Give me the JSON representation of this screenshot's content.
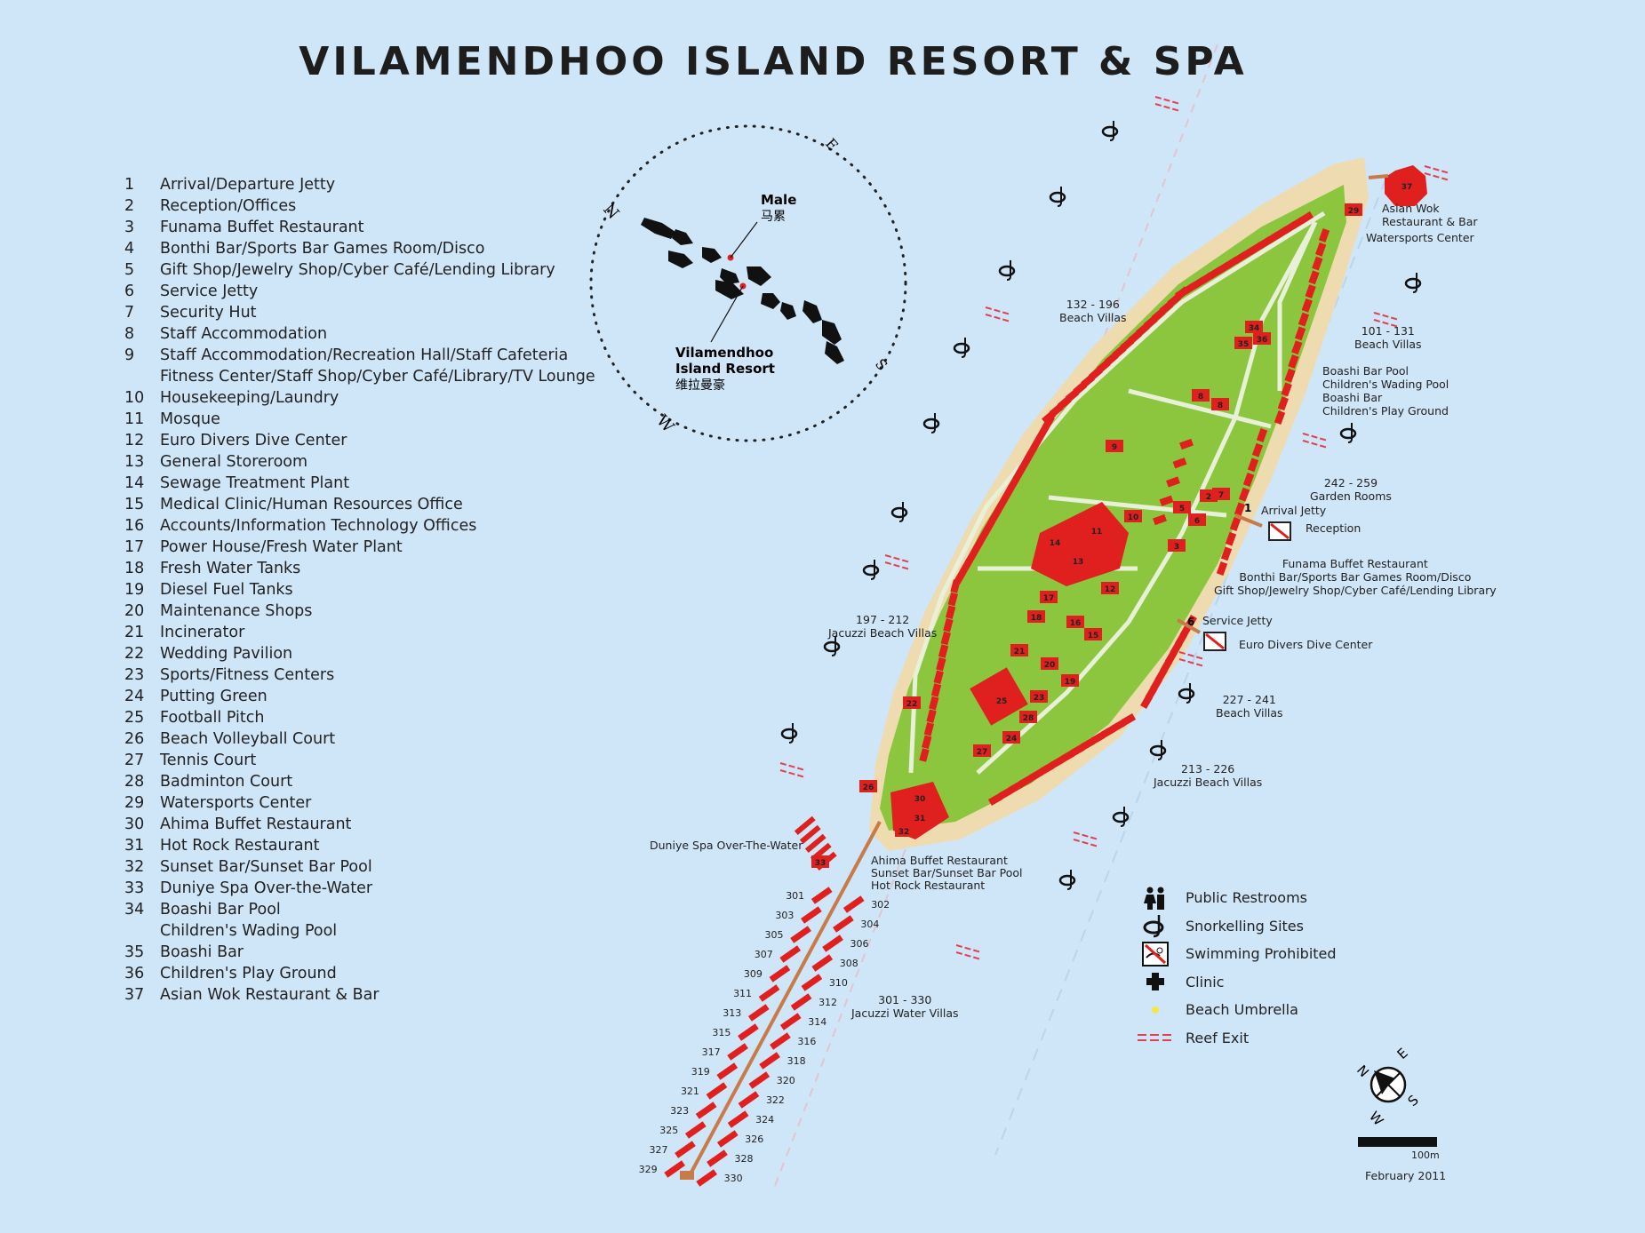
{
  "title": "VILAMENDHOO ISLAND RESORT & SPA",
  "key": [
    {
      "n": "1",
      "label": "Arrival/Departure Jetty"
    },
    {
      "n": "2",
      "label": "Reception/Offices"
    },
    {
      "n": "3",
      "label": "Funama Buffet Restaurant"
    },
    {
      "n": "4",
      "label": "Bonthi Bar/Sports Bar Games Room/Disco"
    },
    {
      "n": "5",
      "label": "Gift Shop/Jewelry Shop/Cyber Café/Lending Library"
    },
    {
      "n": "6",
      "label": "Service Jetty"
    },
    {
      "n": "7",
      "label": "Security Hut"
    },
    {
      "n": "8",
      "label": "Staff Accommodation"
    },
    {
      "n": "9",
      "label": "Staff Accommodation/Recreation Hall/Staff Cafeteria",
      "cont": "Fitness Center/Staff Shop/Cyber Café/Library/TV Lounge"
    },
    {
      "n": "10",
      "label": "Housekeeping/Laundry"
    },
    {
      "n": "11",
      "label": "Mosque"
    },
    {
      "n": "12",
      "label": "Euro Divers Dive Center"
    },
    {
      "n": "13",
      "label": "General Storeroom"
    },
    {
      "n": "14",
      "label": "Sewage Treatment Plant"
    },
    {
      "n": "15",
      "label": "Medical Clinic/Human Resources Office"
    },
    {
      "n": "16",
      "label": "Accounts/Information Technology Offices"
    },
    {
      "n": "17",
      "label": "Power House/Fresh Water Plant"
    },
    {
      "n": "18",
      "label": "Fresh Water Tanks"
    },
    {
      "n": "19",
      "label": "Diesel Fuel Tanks"
    },
    {
      "n": "20",
      "label": "Maintenance Shops"
    },
    {
      "n": "21",
      "label": "Incinerator"
    },
    {
      "n": "22",
      "label": "Wedding Pavilion"
    },
    {
      "n": "23",
      "label": "Sports/Fitness Centers"
    },
    {
      "n": "24",
      "label": "Putting Green"
    },
    {
      "n": "25",
      "label": "Football Pitch"
    },
    {
      "n": "26",
      "label": "Beach Volleyball Court"
    },
    {
      "n": "27",
      "label": "Tennis Court"
    },
    {
      "n": "28",
      "label": "Badminton Court"
    },
    {
      "n": "29",
      "label": "Watersports Center"
    },
    {
      "n": "30",
      "label": "Ahima Buffet Restaurant"
    },
    {
      "n": "31",
      "label": "Hot Rock Restaurant"
    },
    {
      "n": "32",
      "label": "Sunset Bar/Sunset Bar Pool"
    },
    {
      "n": "33",
      "label": "Duniye Spa Over-the-Water"
    },
    {
      "n": "34",
      "label": "Boashi Bar Pool",
      "cont": "Children's Wading Pool"
    },
    {
      "n": "35",
      "label": "Boashi Bar"
    },
    {
      "n": "36",
      "label": "Children's Play Ground"
    },
    {
      "n": "37",
      "label": "Asian Wok Restaurant & Bar"
    }
  ],
  "inset": {
    "male": "Male",
    "male_cn": "马累",
    "resort": "Vilamendhoo",
    "resort2": "Island Resort",
    "resort_cn": "维拉曼豪",
    "n": "N",
    "e": "E",
    "s": "S",
    "w": "W"
  },
  "map_labels": {
    "asian_wok": "Asian Wok",
    "asian_wok2": "Restaurant & Bar",
    "watersports": "Watersports Center",
    "beach_132": "132 - 196",
    "beach_132b": "Beach Villas",
    "beach_101": "101 - 131",
    "beach_101b": "Beach Villas",
    "boashi": [
      "Boashi Bar Pool",
      "Children's Wading Pool",
      "Boashi Bar",
      "Children's Play Ground"
    ],
    "garden": "242 - 259",
    "garden_b": "Garden Rooms",
    "arrival": "Arrival Jetty",
    "reception": "Reception",
    "funama": [
      "Funama Buffet Restaurant",
      "Bonthi Bar/Sports Bar Games Room/Disco",
      "Gift Shop/Jewelry Shop/Cyber Café/Lending Library"
    ],
    "service_jetty": "Service Jetty",
    "euro_divers": "Euro Divers Dive Center",
    "jacuzzi_197": "197 - 212",
    "jacuzzi_197b": "Jacuzzi Beach Villas",
    "beach_227": "227 - 241",
    "beach_227b": "Beach Villas",
    "jacuzzi_213": "213 - 226",
    "jacuzzi_213b": "Jacuzzi Beach Villas",
    "duniye": "Duniye Spa Over-The-Water",
    "ahima": [
      "Ahima Buffet Restaurant",
      "Sunset Bar/Sunset Bar Pool",
      "Hot Rock Restaurant"
    ],
    "water_villas": "301 - 330",
    "water_villas_b": "Jacuzzi Water Villas",
    "jetty1": "1",
    "jetty6": "6"
  },
  "facility_markers": [
    "37",
    "29",
    "34",
    "35",
    "36",
    "8",
    "8",
    "9",
    "10",
    "5",
    "6",
    "3",
    "2",
    "7",
    "11",
    "14",
    "13",
    "12",
    "17",
    "18",
    "16",
    "15",
    "21",
    "20",
    "19",
    "23",
    "25",
    "28",
    "22",
    "24",
    "27",
    "26",
    "30",
    "31",
    "32",
    "33"
  ],
  "water_villa_numbers": [
    "301",
    "302",
    "303",
    "304",
    "305",
    "306",
    "307",
    "308",
    "309",
    "310",
    "311",
    "312",
    "313",
    "314",
    "315",
    "316",
    "317",
    "318",
    "319",
    "320",
    "321",
    "322",
    "323",
    "324",
    "325",
    "326",
    "327",
    "328",
    "329",
    "330"
  ],
  "legend": [
    {
      "icon": "restroom-icon",
      "label": "Public Restrooms"
    },
    {
      "icon": "snorkel-icon",
      "label": "Snorkelling Sites"
    },
    {
      "icon": "no-swimming-icon",
      "label": "Swimming Prohibited"
    },
    {
      "icon": "clinic-cross-icon",
      "label": "Clinic"
    },
    {
      "icon": "beach-umbrella-icon",
      "label": "Beach Umbrella"
    },
    {
      "icon": "reef-exit-icon",
      "label": "Reef Exit"
    }
  ],
  "compass": {
    "n": "N",
    "e": "E",
    "s": "S",
    "w": "W"
  },
  "scale": {
    "max_label": "100m"
  },
  "date": "February 2011",
  "colors": {
    "water": "#cfe5f8",
    "land": "#8cc63f",
    "beach": "#eedcb0",
    "building": "#e0201e",
    "path": "#e8f0d8",
    "reef": "#e04050"
  }
}
